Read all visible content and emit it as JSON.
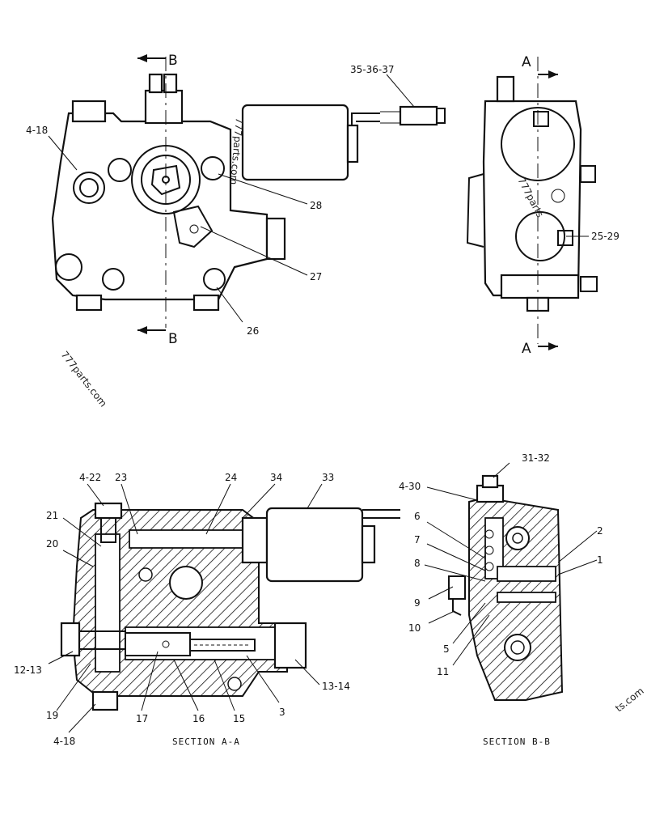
{
  "cut_markers": {
    "b_top": "B",
    "b_bottom": "B",
    "a_top": "A",
    "a_bottom": "A"
  },
  "callouts_top": {
    "c_35_36_37": "35-36-37",
    "c_4_18": "4-18",
    "c_28": "28",
    "c_27": "27",
    "c_26": "26",
    "c_25_29": "25-29"
  },
  "callouts_section_a": {
    "c_4_22": "4-22",
    "c_23": "23",
    "c_24": "24",
    "c_34": "34",
    "c_33": "33",
    "c_21": "21",
    "c_20": "20",
    "c_12_13": "12-13",
    "c_19": "19",
    "c_4_18b": "4-18",
    "c_17": "17",
    "c_16": "16",
    "c_15": "15",
    "c_3": "3",
    "c_13_14": "13-14"
  },
  "callouts_section_b": {
    "c_31_32": "31-32",
    "c_4_30": "4-30",
    "c_6": "6",
    "c_2": "2",
    "c_7": "7",
    "c_1": "1",
    "c_8": "8",
    "c_9": "9",
    "c_10": "10",
    "c_5": "5",
    "c_11": "11"
  },
  "section_titles": {
    "a": "SECTION A-A",
    "b": "SECTION B-B"
  },
  "watermarks": {
    "wm1": "777parts.com",
    "wm2": "777parts.com",
    "wm3": "777parts",
    "wm4": "ts.com"
  }
}
